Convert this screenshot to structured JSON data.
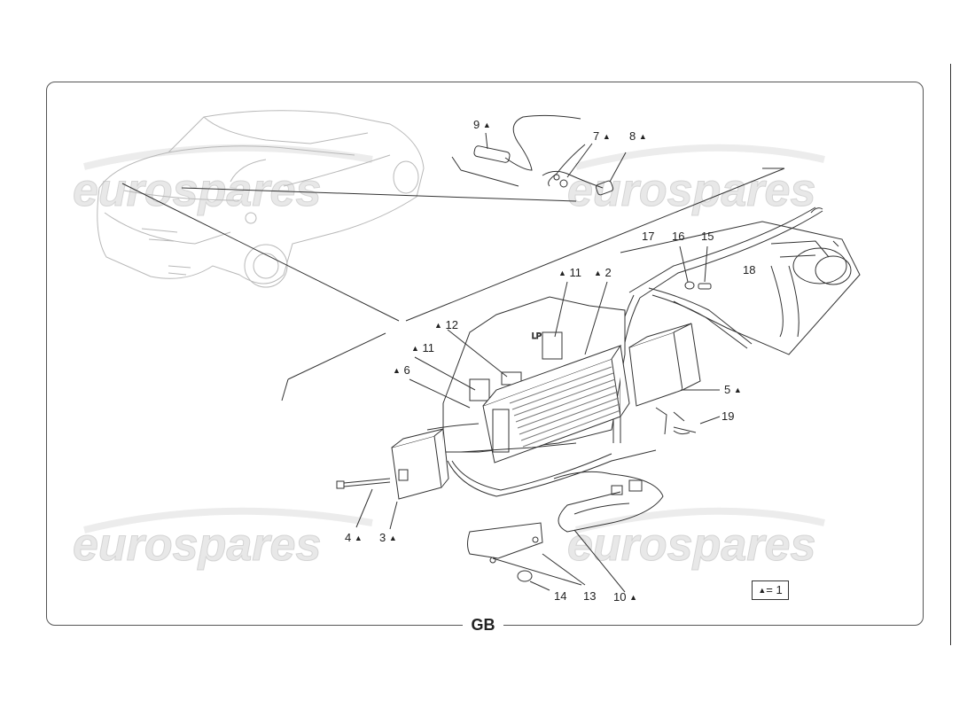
{
  "diagram": {
    "footer_label": "GB",
    "watermark_text": "eurospares",
    "legend": {
      "symbol": "▲",
      "text": "= 1"
    },
    "callouts": [
      {
        "id": "9",
        "text": "9",
        "tri": "▲",
        "tri_pos": "after"
      },
      {
        "id": "7",
        "text": "7",
        "tri": "▲",
        "tri_pos": "after"
      },
      {
        "id": "8",
        "text": "8",
        "tri": "▲",
        "tri_pos": "after"
      },
      {
        "id": "17",
        "text": "17",
        "tri": "",
        "tri_pos": "none"
      },
      {
        "id": "16",
        "text": "16",
        "tri": "",
        "tri_pos": "none"
      },
      {
        "id": "15",
        "text": "15",
        "tri": "",
        "tri_pos": "none"
      },
      {
        "id": "18",
        "text": "18",
        "tri": "",
        "tri_pos": "none"
      },
      {
        "id": "11a",
        "text": "11",
        "tri": "▲",
        "tri_pos": "before"
      },
      {
        "id": "2",
        "text": "2",
        "tri": "▲",
        "tri_pos": "before"
      },
      {
        "id": "12",
        "text": "12",
        "tri": "▲",
        "tri_pos": "before"
      },
      {
        "id": "11b",
        "text": "11",
        "tri": "▲",
        "tri_pos": "before"
      },
      {
        "id": "6",
        "text": "6",
        "tri": "▲",
        "tri_pos": "before"
      },
      {
        "id": "5",
        "text": "5",
        "tri": "▲",
        "tri_pos": "after"
      },
      {
        "id": "19",
        "text": "19",
        "tri": "",
        "tri_pos": "none"
      },
      {
        "id": "4",
        "text": "4",
        "tri": "▲",
        "tri_pos": "after"
      },
      {
        "id": "3",
        "text": "3",
        "tri": "▲",
        "tri_pos": "after"
      },
      {
        "id": "14",
        "text": "14",
        "tri": "",
        "tri_pos": "none"
      },
      {
        "id": "13",
        "text": "13",
        "tri": "",
        "tri_pos": "none"
      },
      {
        "id": "10",
        "text": "10",
        "tri": "▲",
        "tri_pos": "after"
      }
    ]
  }
}
